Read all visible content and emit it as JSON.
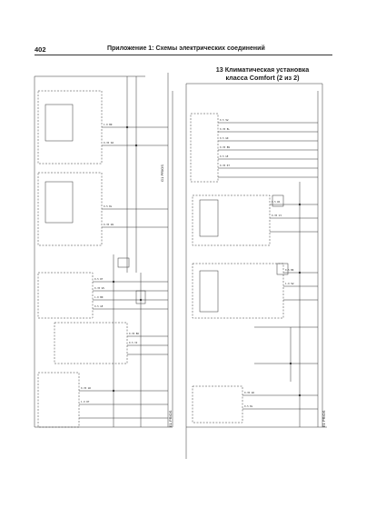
{
  "page": {
    "number": "402",
    "running_header": "Приложение 1: Схемы электрических соединений"
  },
  "section": {
    "title_line1": "13 Климатическая установка",
    "title_line2": "класса Comfort (2 из 2)"
  },
  "diagram": {
    "left_ground_label": "E1 PRIOS",
    "left_vertical_label": "G1 PRIOS",
    "right_ground_label": "E1 PRIOS",
    "wire_left": [
      "1.0 BN",
      "0.35 SW",
      "0.5 BL",
      "0.35 GN",
      "0.5 RT",
      "0.35 WS",
      "1.0 BN",
      "0.5 GE",
      "0.35 BR",
      "0.5 VI",
      "0.35 GR",
      "1.0 RT"
    ],
    "wire_right": [
      "0.5 SW",
      "0.35 BL",
      "0.5 GN",
      "0.35 BN",
      "0.5 GE",
      "0.35 RT",
      "0.5 WS",
      "0.35 VI",
      "0.5 BR",
      "1.0 SW",
      "0.35 GR",
      "0.5 BL"
    ]
  }
}
